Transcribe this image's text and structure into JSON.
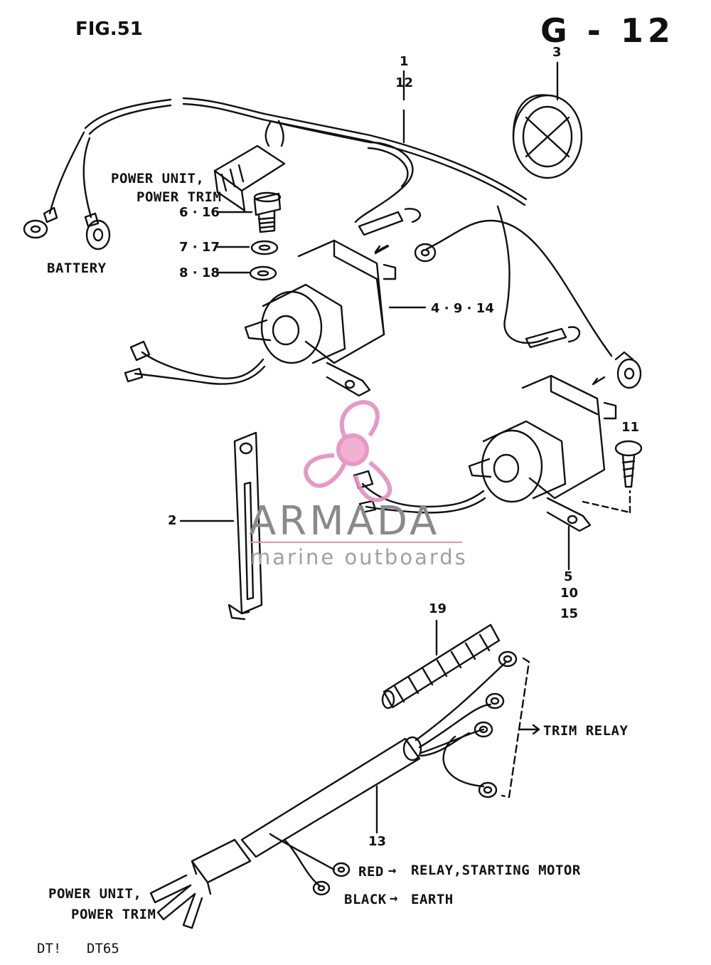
{
  "header": {
    "figure": "FIG.51",
    "page_code": "G - 12"
  },
  "watermark": {
    "brand": "ARMADA",
    "tagline": "marine outboards",
    "logo_icon": "propeller-icon",
    "logo_color": "#e48fc0"
  },
  "labels": {
    "power_unit_top_1": "POWER UNIT,",
    "power_unit_top_2": "POWER TRIM",
    "battery": "BATTERY",
    "trim_relay": "TRIM RELAY",
    "red": "RED",
    "relay_starting_motor": "RELAY,STARTING MOTOR",
    "black": "BLACK",
    "earth": "EARTH",
    "power_unit_bottom_1": "POWER UNIT,",
    "power_unit_bottom_2": "POWER TRIM"
  },
  "parts": {
    "p1": "1",
    "p12": "12",
    "p3": "3",
    "p6_16": "6 · 16",
    "p7_17": "7 · 17",
    "p8_18": "8 · 18",
    "p4_9_14": "4 · 9 · 14",
    "p11": "11",
    "p2": "2",
    "p5": "5",
    "p10": "10",
    "p15": "15",
    "p19": "19",
    "p13": "13"
  },
  "footer": {
    "model_a": "DT!",
    "model_b": "DT65"
  }
}
